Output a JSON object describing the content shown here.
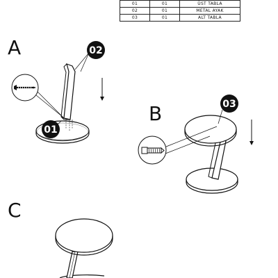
{
  "parts": {
    "rows": [
      {
        "code": "01",
        "qty": "01",
        "name": "ÜST TABLA"
      },
      {
        "code": "02",
        "qty": "01",
        "name": "METAL AYAK"
      },
      {
        "code": "03",
        "qty": "01",
        "name": "ALT TABLA"
      }
    ]
  },
  "steps": {
    "a": {
      "label": "A"
    },
    "b": {
      "label": "B"
    },
    "c": {
      "label": "C"
    }
  },
  "badges": {
    "b01": "01",
    "b02": "02",
    "b03": "03"
  }
}
